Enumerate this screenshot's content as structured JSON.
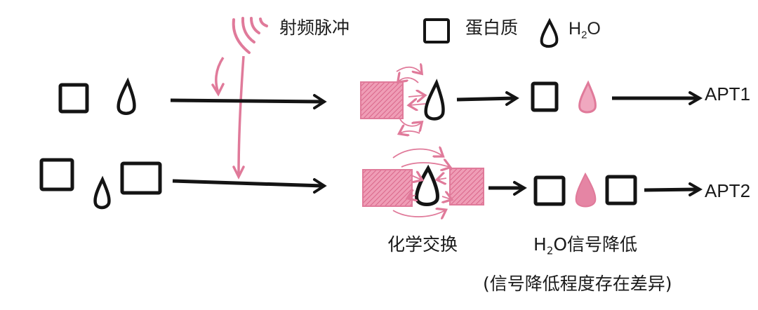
{
  "legend": {
    "rf_pulse_label": "射频脉冲",
    "protein_label": "蛋白质",
    "water_label_main": "H",
    "water_label_sub": "2",
    "water_label_tail": "O"
  },
  "outputs": {
    "row1": "APT1",
    "row2": "APT2"
  },
  "captions": {
    "exchange": "化学交换",
    "reduce_prefix": "H",
    "reduce_sub": "2",
    "reduce_tail": "O信号降低",
    "note": "(信号降低程度存在差异)"
  },
  "colors": {
    "ink": "#141414",
    "pink": "#e07a9a",
    "pink_fill": "#e585a4",
    "pink_light": "#f0a8bf"
  }
}
